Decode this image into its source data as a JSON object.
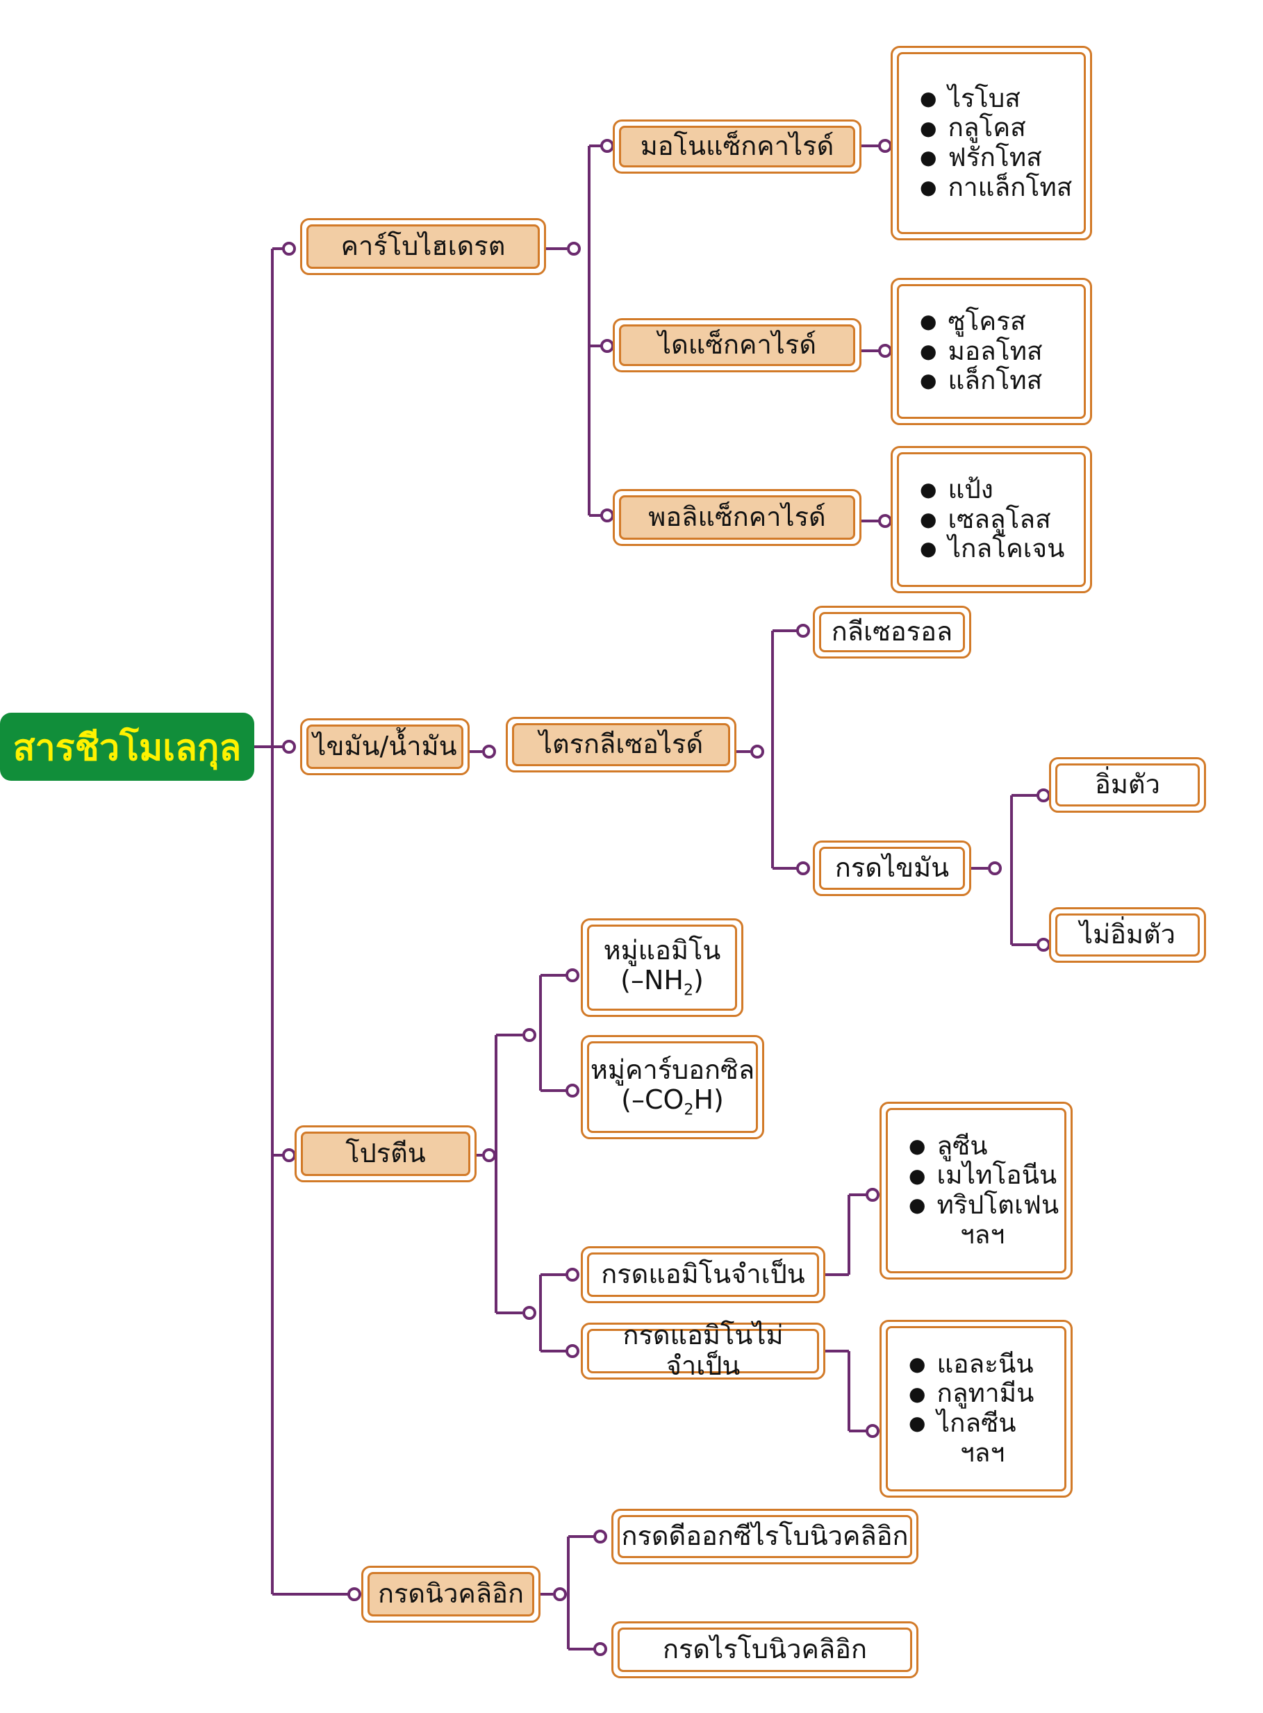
{
  "title": "สารชีวโมเลกุล",
  "colors": {
    "root_bg": "#118E3A",
    "root_text": "#FFF200",
    "box_border": "#D27A28",
    "box_fill": "#F2CDA4",
    "connector": "#6B2A6E"
  },
  "carbohydrate": {
    "label": "คาร์โบไฮเดรต",
    "mono": {
      "label": "มอโนแซ็กคาไรด์",
      "items": [
        "ไรโบส",
        "กลูโคส",
        "ฟรักโทส",
        "กาแล็กโทส"
      ]
    },
    "di": {
      "label": "ไดแซ็กคาไรด์",
      "items": [
        "ซูโครส",
        "มอลโทส",
        "แล็กโทส"
      ]
    },
    "poly": {
      "label": "พอลิแซ็กคาไรด์",
      "items": [
        "แป้ง",
        "เซลลูโลส",
        "ไกลโคเจน"
      ]
    }
  },
  "lipid": {
    "label": "ไขมัน/น้ำมัน",
    "triglyceride": "ไตรกลีเซอไรด์",
    "glycerol": "กลีเซอรอล",
    "fatty_acid": "กรดไขมัน",
    "saturated": "อิ่มตัว",
    "unsaturated": "ไม่อิ่มตัว"
  },
  "protein": {
    "label": "โปรตีน",
    "amino_group": {
      "name": "หมู่แอมิโน",
      "formula_prefix": "(–NH",
      "formula_sub": "2",
      "formula_suffix": ")"
    },
    "carboxyl_group": {
      "name": "หมู่คาร์บอกซิล",
      "formula_prefix": "(–CO",
      "formula_sub": "2",
      "formula_suffix": "H)"
    },
    "essential": {
      "label": "กรดแอมิโนจำเป็น",
      "items": [
        "ลูซีน",
        "เมไทโอนีน",
        "ทริปโตเฟน"
      ],
      "etc": "ฯลฯ"
    },
    "nonessential": {
      "label": "กรดแอมิโนไม่จำเป็น",
      "items": [
        "แอละนีน",
        "กลูทามีน",
        "ไกลซีน"
      ],
      "etc": "ฯลฯ"
    }
  },
  "nucleic": {
    "label": "กรดนิวคลิอิก",
    "dna": "กรดดีออกซีไรโบนิวคลิอิก",
    "rna": "กรดไรโบนิวคลิอิก"
  }
}
